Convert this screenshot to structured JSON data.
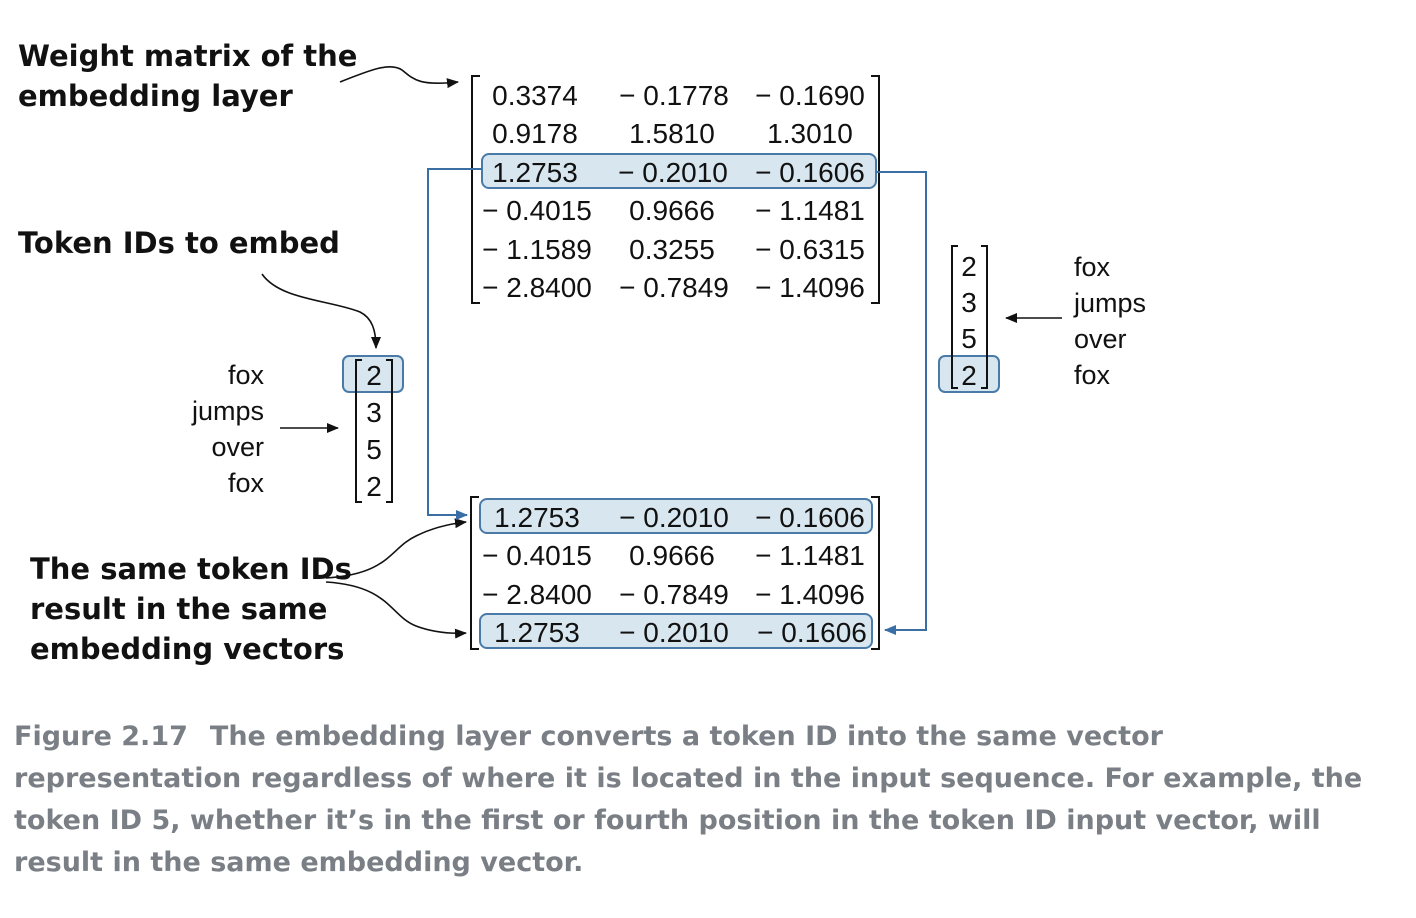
{
  "labels": {
    "weight_matrix": [
      "Weight matrix of the",
      "embedding layer"
    ],
    "token_ids": "Token IDs to embed",
    "same_ids": [
      "The same token IDs",
      "result in the same",
      "embedding vectors"
    ]
  },
  "weight_matrix": [
    [
      "0.3374",
      "− 0.1778",
      "− 0.1690"
    ],
    [
      "0.9178",
      "1.5810",
      "1.3010"
    ],
    [
      "1.2753",
      "− 0.2010",
      "− 0.1606"
    ],
    [
      "− 0.4015",
      "0.9666",
      "− 1.1481"
    ],
    [
      "− 1.1589",
      "0.3255",
      "− 0.6315"
    ],
    [
      "− 2.8400",
      "− 0.7849",
      "− 1.4096"
    ]
  ],
  "output_matrix": [
    [
      "1.2753",
      "− 0.2010",
      "− 0.1606"
    ],
    [
      "− 0.4015",
      "0.9666",
      "− 1.1481"
    ],
    [
      "− 2.8400",
      "− 0.7849",
      "− 1.4096"
    ],
    [
      "1.2753",
      "− 0.2010",
      "− 0.1606"
    ]
  ],
  "token_words": [
    "fox",
    "jumps",
    "over",
    "fox"
  ],
  "token_ids": [
    "2",
    "3",
    "5",
    "2"
  ],
  "colors": {
    "highlight_fill": "#d8e6ef",
    "highlight_stroke": "#4a7ba8",
    "arrow_blue": "#3a6fa6",
    "caption": "#7a7f85"
  },
  "caption": {
    "number": "Figure 2.17",
    "text": "The embedding layer converts a token ID into the same vector representation regardless of where it is located in the input sequence. For example, the token ID 5, whether it’s in the first or fourth position in the token ID input vector, will result in the same embedding vector."
  }
}
